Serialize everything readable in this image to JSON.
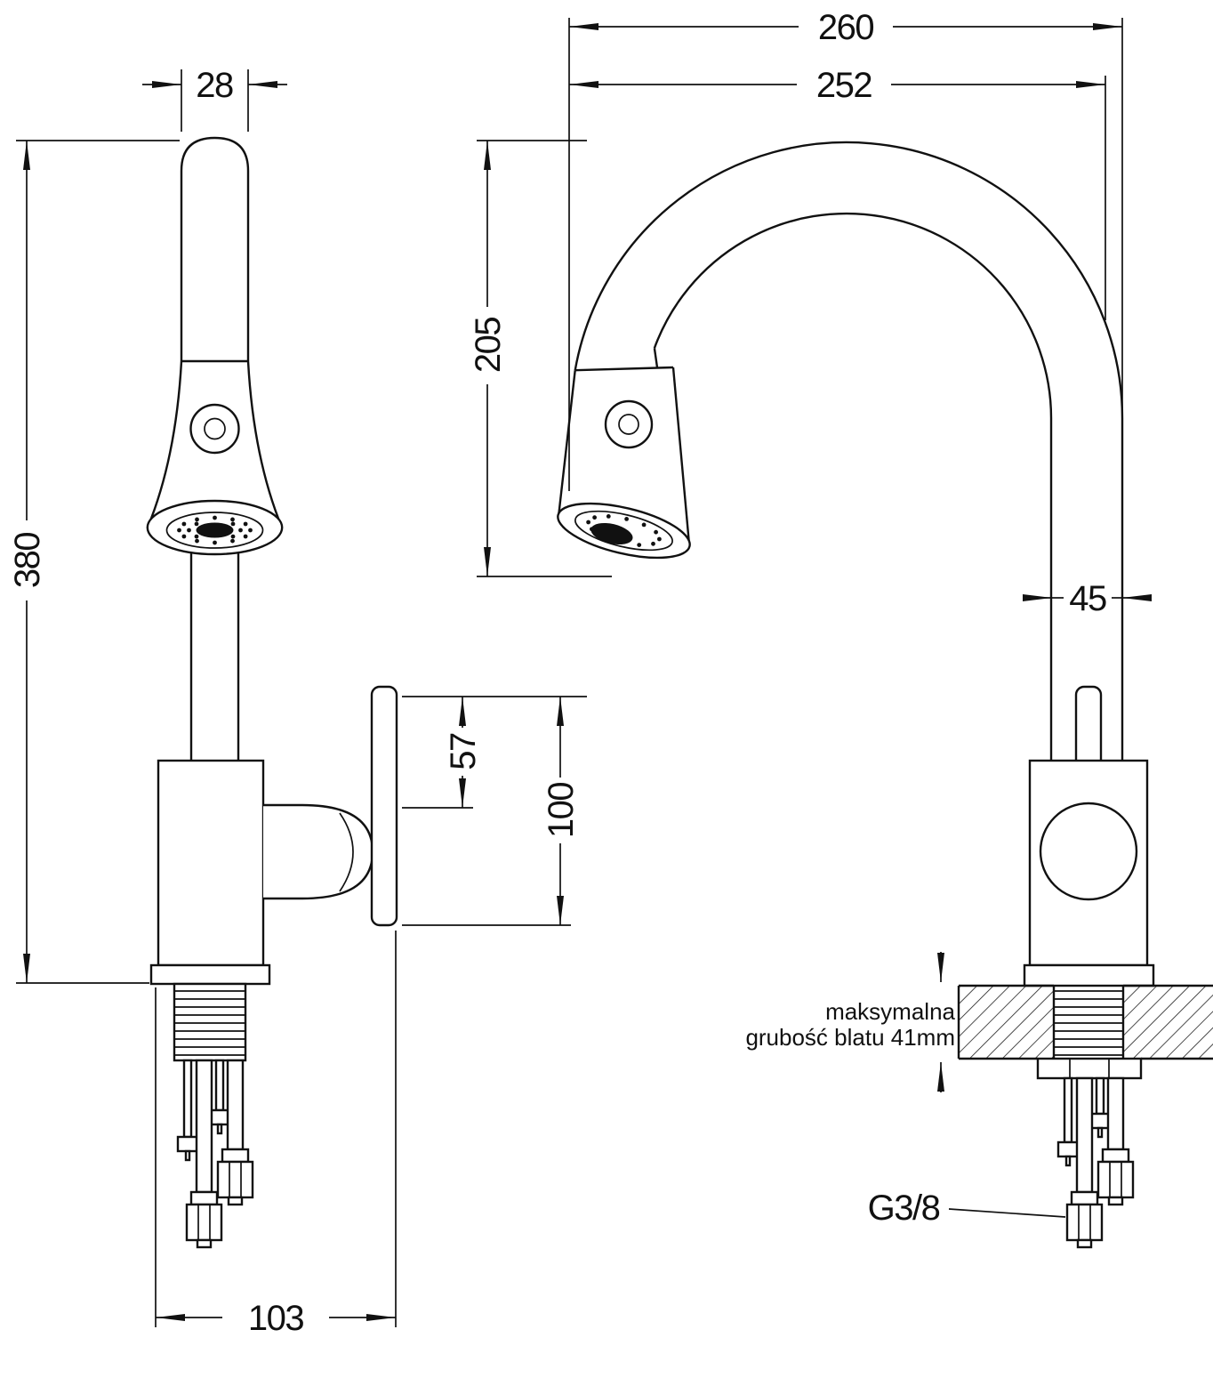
{
  "dimensions": {
    "d28": "28",
    "d380": "380",
    "d57": "57",
    "d100": "100",
    "d103": "103",
    "d260": "260",
    "d252": "252",
    "d205": "205",
    "d45": "45"
  },
  "annotations": {
    "max_thickness_line1": "maksymalna",
    "max_thickness_line2": "grubość blatu 41mm",
    "thread_size": "G3/8"
  },
  "colors": {
    "line": "#111111",
    "background": "#ffffff"
  }
}
